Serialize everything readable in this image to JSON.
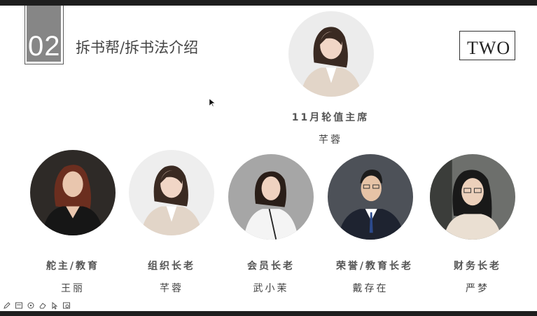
{
  "section": {
    "number": "02",
    "title": "拆书帮/拆书法介绍",
    "badge": "TWO"
  },
  "featured": {
    "role": "11月轮值主席",
    "name": "芊蓉"
  },
  "members": [
    {
      "role": "舵主/教育",
      "name": "王丽"
    },
    {
      "role": "组织长老",
      "name": "芊蓉"
    },
    {
      "role": "会员长老",
      "name": "武小茉"
    },
    {
      "role": "荣誉/教育长老",
      "name": "戴存在"
    },
    {
      "role": "财务长老",
      "name": "严梦"
    }
  ],
  "toolbar": {
    "icons": [
      "pen-icon",
      "slides-icon",
      "pointer-options-icon",
      "eraser-icon",
      "laser-icon",
      "zoom-icon"
    ]
  },
  "colors": {
    "slide_bg": "#ffffff",
    "frame": "#1e1e1e",
    "number_fill": "#868686",
    "text": "#555555"
  }
}
